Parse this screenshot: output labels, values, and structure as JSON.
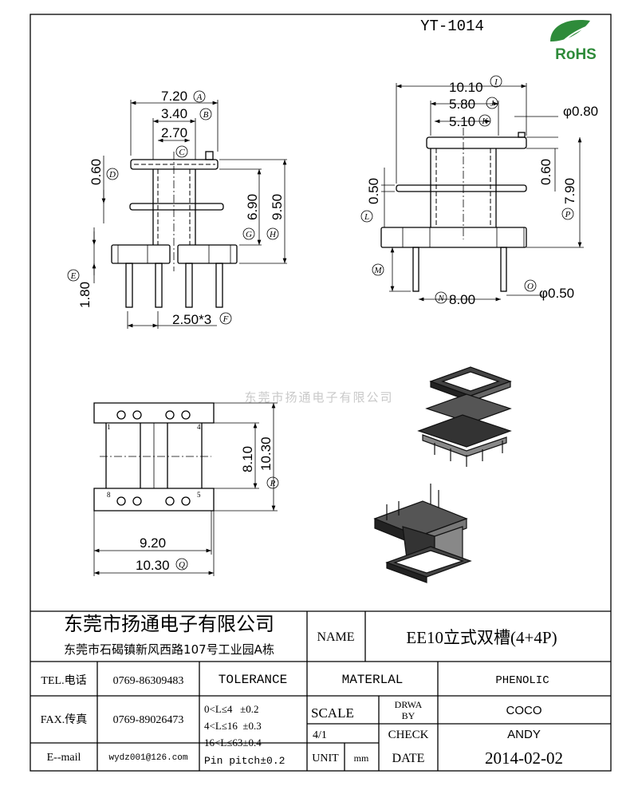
{
  "drawing": {
    "part_number": "YT-1014",
    "rohs_label": "RoHS",
    "watermark": "东莞市扬通电子有限公司",
    "front": {
      "a": "7.20",
      "b": "3.40",
      "c": "2.70",
      "d": "0.60",
      "e": "1.80",
      "f": "2.50*3",
      "g": "6.90",
      "h": "9.50"
    },
    "side": {
      "i": "10.10",
      "j": "5.80",
      "k": "5.10",
      "pin_top": "φ0.80",
      "t060": "0.60",
      "l": "0.50",
      "p": "7.90",
      "n": "8.00",
      "o": "φ0.50"
    },
    "bottom": {
      "w920": "9.20",
      "q": "10.30",
      "h810": "8.10",
      "r": "10.30",
      "pins": [
        "1",
        "4",
        "8",
        "5"
      ]
    },
    "markers": {
      "A": "A",
      "B": "B",
      "C": "C",
      "D": "D",
      "E": "E",
      "F": "F",
      "G": "G",
      "H": "H",
      "I": "I",
      "J": "J",
      "K": "K",
      "L": "L",
      "M": "M",
      "N": "N",
      "O": "O",
      "P": "P",
      "Q": "Q",
      "R": "R"
    }
  },
  "title_block": {
    "company": "东莞市扬通电子有限公司",
    "address": "东莞市石碣镇新风西路107号工业园A栋",
    "name_label": "NAME",
    "name_value": "EE10立式双槽(4+4P)",
    "tel_label": "TEL.电话",
    "tel_value": "0769-86309483",
    "fax_label": "FAX.传真",
    "fax_value": "0769-89026473",
    "email_label": "E--mail",
    "email_value": "wydz001@126.com",
    "tolerance_label": "TOLERANCE",
    "tolerances": [
      "0<L≤4   ±0.2",
      "4<L≤16  ±0.3",
      "16<L≤63±0.4",
      "Pin pitch±0.2"
    ],
    "material_label": "MATERLAL",
    "material_value": "PHENOLIC",
    "scale_label": "SCALE",
    "scale_value": "4/1",
    "drawn_by_label_1": "DRWA",
    "drawn_by_label_2": "BY",
    "drawn_by_value": "COCO",
    "check_label": "CHECK",
    "check_value": "ANDY",
    "unit_label": "UNIT",
    "unit_value": "mm",
    "date_label": "DATE",
    "date_value": "2014-02-02"
  }
}
